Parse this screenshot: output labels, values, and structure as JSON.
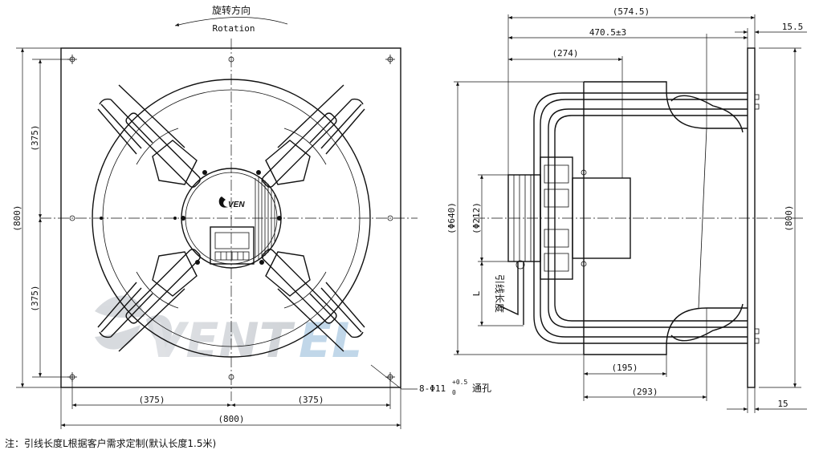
{
  "rotation": {
    "label_cn": "旋转方向",
    "label_en": "Rotation"
  },
  "front_view": {
    "dim_height": "(800)",
    "dim_width": "(800)",
    "dim_upper_half": "(375)",
    "dim_lower_half": "(375)",
    "dim_left_half": "(375)",
    "dim_right_half": "(375)",
    "holes_label": "8-Φ11",
    "holes_tol_upper": "+0.5",
    "holes_tol_lower": "0",
    "holes_suffix": "通孔",
    "motor_logo": "VEN"
  },
  "side_view": {
    "dim_overall": "(574.5)",
    "dim_depth": "470.5±3",
    "dim_motor": "(274)",
    "dim_flange_top": "15.5",
    "dim_flange_bottom": "15",
    "dim_diameter": "(Φ640)",
    "dim_motor_diameter": "(Φ212)",
    "dim_height": "(800)",
    "dim_ring": "(195)",
    "dim_ring_total": "(293)",
    "lead_label": "L",
    "lead_text": "引线长度"
  },
  "watermark": {
    "part1": "VENT",
    "part2": "EL"
  },
  "note": "注：引线长度L根据客户需求定制(默认长度1.5米)"
}
